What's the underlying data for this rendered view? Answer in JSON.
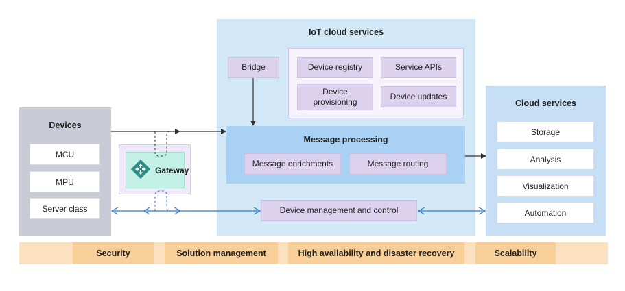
{
  "devices": {
    "title": "Devices",
    "items": [
      "MCU",
      "MPU",
      "Server class"
    ]
  },
  "gateway": {
    "label": "Gateway",
    "icon": "gateway-icon"
  },
  "iot": {
    "title": "IoT cloud services",
    "bridge": "Bridge",
    "services": {
      "device_registry": "Device registry",
      "service_apis": "Service APIs",
      "device_provisioning": "Device provisioning",
      "device_updates": "Device updates"
    },
    "message_processing": {
      "title": "Message processing",
      "enrichments": "Message enrichments",
      "routing": "Message routing"
    },
    "device_management": "Device management and control"
  },
  "cloud": {
    "title": "Cloud services",
    "items": [
      "Storage",
      "Analysis",
      "Visualization",
      "Automation"
    ]
  },
  "crosscutting": [
    "Security",
    "Solution management",
    "High availability and disaster recovery",
    "Scalability"
  ],
  "colors": {
    "devices_panel": "#c9ccd6",
    "iot_panel": "#d3e8f7",
    "cloud_panel": "#c7dff5",
    "message_processing": "#a9d1f3",
    "service_box": "#dcd2ee",
    "gateway": "#c4f1e6",
    "banner": "#fbe1c0",
    "banner_band": "#f9cf99",
    "arrow_blue": "#2f7bd0",
    "arrow_dark": "#333333"
  }
}
